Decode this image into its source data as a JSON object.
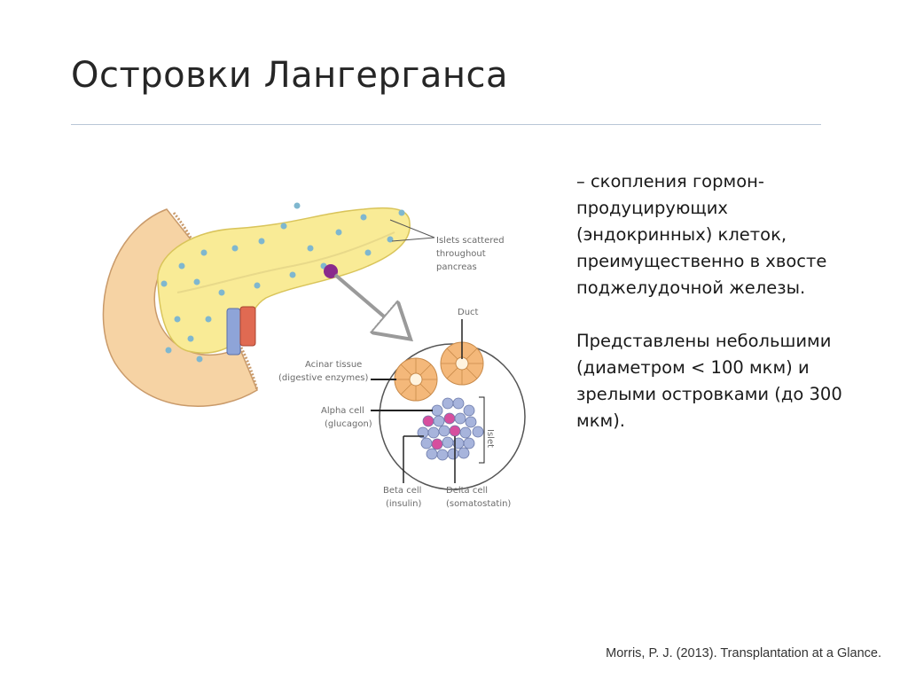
{
  "slide": {
    "title": "Островки Лангерганса"
  },
  "description": {
    "paragraph1": "– скопления гормон-продуцирующих (эндокринных) клеток, преимущественно в хвосте поджелудочной железы.",
    "paragraph2": "Представлены небольшими (диаметром < 100 мкм) и зрелыми островками (до 300 мкм)."
  },
  "diagram_labels": {
    "islets_line1": "Islets scattered",
    "islets_line2": "throughout",
    "islets_line3": "pancreas",
    "duct": "Duct",
    "acinar_line1": "Acinar tissue",
    "acinar_line2": "(digestive enzymes)",
    "alpha_line1": "Alpha cell",
    "alpha_line2": "(glucagon)",
    "islet": "Islet",
    "beta_line1": "Beta cell",
    "beta_line2": "(insulin)",
    "delta_line1": "Delta cell",
    "delta_line2": "(somatostatin)"
  },
  "citation": "Morris, P. J. (2013). Transplantation at a Glance.",
  "colors": {
    "pancreas_fill": "#f9eb96",
    "duodenum_fill": "#f6d3a4",
    "islet_dot": "#7fb7cf",
    "highlight_islet": "#8a2a8c",
    "acinar": "#f4b87a",
    "beta_cell": "#a7b4dc",
    "alpha_cell": "#d64f9e"
  }
}
